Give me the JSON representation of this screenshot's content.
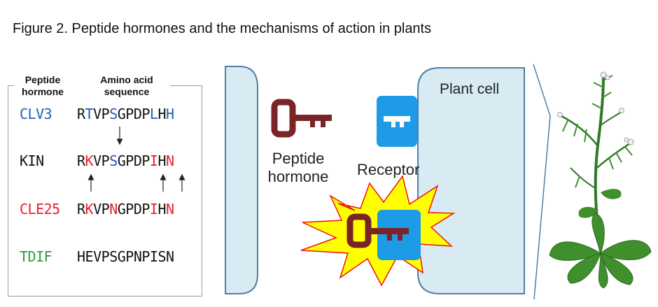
{
  "title": "Figure 2. Peptide hormones and the mechanisms of action in plants",
  "table": {
    "header_hormone": [
      "Peptide",
      "hormone"
    ],
    "header_sequence": [
      "Amino acid",
      "sequence"
    ],
    "rows": [
      {
        "name": "CLV3",
        "name_color": "#1f5fb4",
        "residues": [
          {
            "aa": "R",
            "color": "#111111"
          },
          {
            "aa": "T",
            "color": "#1f5fb4"
          },
          {
            "aa": "V",
            "color": "#111111"
          },
          {
            "aa": "P",
            "color": "#111111"
          },
          {
            "aa": "S",
            "color": "#1f5fb4"
          },
          {
            "aa": "G",
            "color": "#111111"
          },
          {
            "aa": "P",
            "color": "#111111"
          },
          {
            "aa": "D",
            "color": "#111111"
          },
          {
            "aa": "P",
            "color": "#111111"
          },
          {
            "aa": "L",
            "color": "#1f5fb4"
          },
          {
            "aa": "H",
            "color": "#111111"
          },
          {
            "aa": "H",
            "color": "#1f5fb4"
          }
        ]
      },
      {
        "name": "KIN",
        "name_color": "#111111",
        "residues": [
          {
            "aa": "R",
            "color": "#111111"
          },
          {
            "aa": "K",
            "color": "#e8202a"
          },
          {
            "aa": "V",
            "color": "#111111"
          },
          {
            "aa": "P",
            "color": "#111111"
          },
          {
            "aa": "S",
            "color": "#1f5fb4"
          },
          {
            "aa": "G",
            "color": "#111111"
          },
          {
            "aa": "P",
            "color": "#111111"
          },
          {
            "aa": "D",
            "color": "#111111"
          },
          {
            "aa": "P",
            "color": "#111111"
          },
          {
            "aa": "I",
            "color": "#e8202a"
          },
          {
            "aa": "H",
            "color": "#111111"
          },
          {
            "aa": "N",
            "color": "#e8202a"
          }
        ]
      },
      {
        "name": "CLE25",
        "name_color": "#e8202a",
        "residues": [
          {
            "aa": "R",
            "color": "#111111"
          },
          {
            "aa": "K",
            "color": "#e8202a"
          },
          {
            "aa": "V",
            "color": "#111111"
          },
          {
            "aa": "P",
            "color": "#111111"
          },
          {
            "aa": "N",
            "color": "#e8202a"
          },
          {
            "aa": "G",
            "color": "#111111"
          },
          {
            "aa": "P",
            "color": "#111111"
          },
          {
            "aa": "D",
            "color": "#111111"
          },
          {
            "aa": "P",
            "color": "#111111"
          },
          {
            "aa": "I",
            "color": "#e8202a"
          },
          {
            "aa": "H",
            "color": "#111111"
          },
          {
            "aa": "N",
            "color": "#e8202a"
          }
        ]
      },
      {
        "name": "TDIF",
        "name_color": "#2a9d3c",
        "residues": [
          {
            "aa": "H",
            "color": "#111111"
          },
          {
            "aa": "E",
            "color": "#111111"
          },
          {
            "aa": "V",
            "color": "#111111"
          },
          {
            "aa": "P",
            "color": "#111111"
          },
          {
            "aa": "S",
            "color": "#111111"
          },
          {
            "aa": "G",
            "color": "#111111"
          },
          {
            "aa": "P",
            "color": "#111111"
          },
          {
            "aa": "N",
            "color": "#111111"
          },
          {
            "aa": "P",
            "color": "#111111"
          },
          {
            "aa": "I",
            "color": "#111111"
          },
          {
            "aa": "S",
            "color": "#111111"
          },
          {
            "aa": "N",
            "color": "#111111"
          }
        ]
      }
    ]
  },
  "diagram": {
    "peptide_label": [
      "Peptide",
      "hormone"
    ],
    "receptor_label": "Receptor",
    "cell_label": "Plant cell",
    "colors": {
      "cell_fill": "#d9ebf2",
      "cell_stroke": "#4f7fa8",
      "key": "#7b2428",
      "receptor": "#1e9be6",
      "burst_fill": "#ffff00",
      "burst_stroke": "#f0140a",
      "plant_stem": "#2e7a25",
      "plant_leaf": "#3f8f2c",
      "plant_line": "#4f7fa8"
    },
    "icons": [
      "key-icon",
      "receptor-icon",
      "activation-burst-icon",
      "arabidopsis-plant-icon"
    ]
  }
}
